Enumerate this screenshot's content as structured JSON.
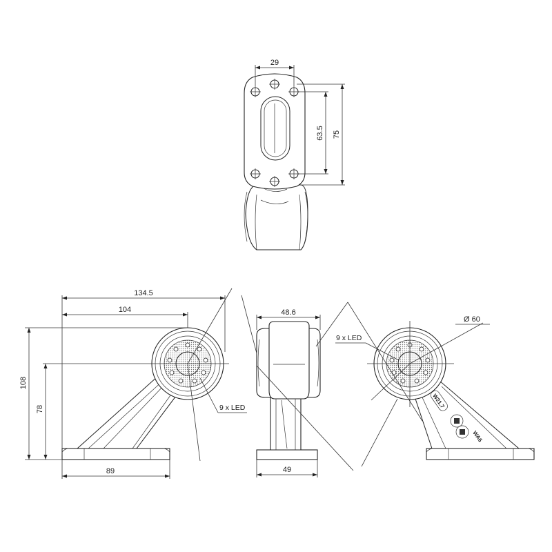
{
  "drawing": {
    "top_view": {
      "dim_hole_spacing_width": "29",
      "dim_hole_spacing_height": "63.5",
      "dim_overall_height": "75"
    },
    "side_view_left": {
      "dim_overall_width": "134.5",
      "dim_arm_width": "104",
      "dim_overall_height": "108",
      "dim_center_height": "78",
      "dim_base_width": "89",
      "led_label": "9 x LED"
    },
    "front_view": {
      "dim_head_width": "48.6",
      "dim_base_width": "49"
    },
    "side_view_right": {
      "dim_diameter": "Ø 60",
      "led_label": "9 x LED",
      "markings": [
        "W21.7",
        "WA6"
      ]
    }
  }
}
